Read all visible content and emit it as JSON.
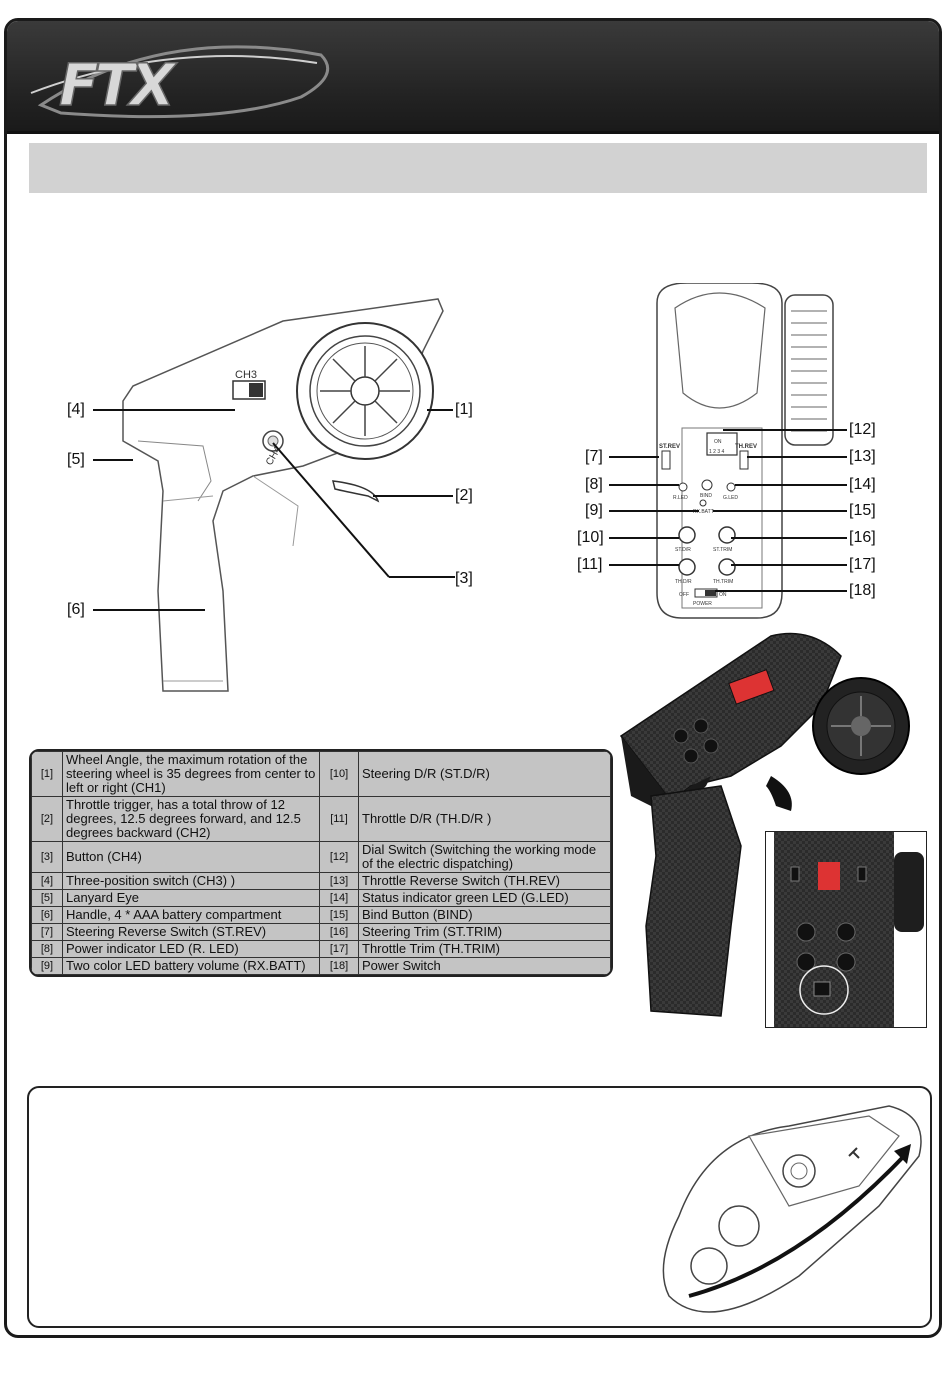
{
  "header": {
    "logo_text": "FTX"
  },
  "labels": {
    "l1": "[1]",
    "l2": "[2]",
    "l3": "[3]",
    "l4": "[4]",
    "l5": "[5]",
    "l6": "[6]",
    "l7": "[7]",
    "l8": "[8]",
    "l9": "[9]",
    "l10": "[10]",
    "l11": "[11]",
    "l12": "[12]",
    "l13": "[13]",
    "l14": "[14]",
    "l15": "[15]",
    "l16": "[16]",
    "l17": "[17]",
    "l18": "[18]"
  },
  "panel_text": {
    "ch3": "CH3",
    "ch4": "CH4",
    "st_rev": "ST.REV",
    "th_rev": "TH.REV",
    "dip_nums": "1 2 3 4",
    "dip_on": "ON",
    "r_led": "R.LED",
    "bind": "BIND",
    "g_led": "G.LED",
    "rx_batt": "RX.BATT",
    "st_dr": "ST.D/R",
    "st_trim": "ST.TRIM",
    "th_dr": "TH.D/R",
    "th_trim": "TH.TRIM",
    "off": "OFF",
    "on": "ON",
    "power": "POWER"
  },
  "spec_rows": [
    {
      "n": "[1]",
      "d": "Wheel Angle, the maximum rotation of the steering wheel is 35 degrees from center to left or right (CH1)",
      "n2": "[10]",
      "d2": "Steering D/R (ST.D/R)"
    },
    {
      "n": "[2]",
      "d": "Throttle trigger, has a total throw of 12 degrees, 12.5 degrees forward, and 12.5 degrees backward (CH2)",
      "n2": "[11]",
      "d2": "Throttle D/R (TH.D/R )"
    },
    {
      "n": "[3]",
      "d": "Button (CH4)",
      "n2": "[12]",
      "d2": "Dial Switch (Switching the working mode of the electric dispatching)"
    },
    {
      "n": "[4]",
      "d": "Three-position switch (CH3) )",
      "n2": "[13]",
      "d2": "Throttle Reverse Switch (TH.REV)"
    },
    {
      "n": "[5]",
      "d": "Lanyard Eye",
      "n2": "[14]",
      "d2": "Status indicator green LED (G.LED)"
    },
    {
      "n": "[6]",
      "d": "Handle, 4 * AAA battery compartment",
      "n2": "[15]",
      "d2": "Bind Button (BIND)"
    },
    {
      "n": "[7]",
      "d": "Steering Reverse Switch (ST.REV)",
      "n2": "[16]",
      "d2": "Steering Trim (ST.TRIM)"
    },
    {
      "n": "[8]",
      "d": "Power indicator LED (R. LED)",
      "n2": "[17]",
      "d2": "Throttle Trim (TH.TRIM)"
    },
    {
      "n": "[9]",
      "d": "Two color LED battery volume (RX.BATT)",
      "n2": "[18]",
      "d2": "Power Switch"
    }
  ]
}
